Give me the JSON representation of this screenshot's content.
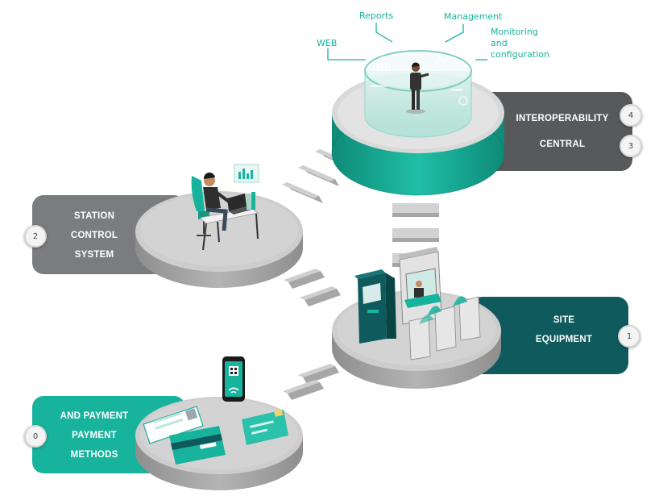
{
  "colors": {
    "teal": "#17b39c",
    "dark_teal": "#0f5a5c",
    "central_gray": "#58595b",
    "station_gray": "#7b7c7f",
    "platform": "#c9c9c9",
    "callout": "#17b39c"
  },
  "tiers": {
    "central": {
      "line1": "INTEROPERABILITY",
      "line2": "CENTRAL",
      "badge_top": "4",
      "badge_bottom": "3"
    },
    "station": {
      "line1": "STATION",
      "line2": "CONTROL",
      "line3": "SYSTEM",
      "badge": "2"
    },
    "site": {
      "line1": "SITE",
      "line2": "EQUIPMENT",
      "badge": "1"
    },
    "payment": {
      "line1": "AND PAYMENT",
      "line2": "PAYMENT",
      "line3": "METHODS",
      "badge": "0"
    }
  },
  "callouts": {
    "web": "WEB",
    "reports": "Reports",
    "management": "Management",
    "monitoring": "Monitoring",
    "and": "and",
    "configuration": "configuration"
  },
  "icons": [
    "person-at-desk-icon",
    "operator-hologram-icon",
    "ticket-vending-machine-icon",
    "turnstile-gate-icon",
    "ticket-booth-icon",
    "smartphone-qr-icon",
    "payment-card-icon",
    "id-card-icon"
  ]
}
